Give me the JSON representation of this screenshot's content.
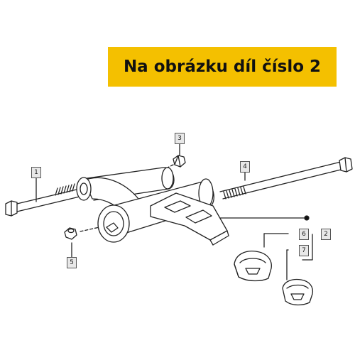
{
  "banner": {
    "text": "Na obrázku díl číslo 2",
    "color": "#f4c000"
  },
  "callouts": [
    {
      "id": "callout-1",
      "label": "1"
    },
    {
      "id": "callout-2",
      "label": "2"
    },
    {
      "id": "callout-3",
      "label": "3"
    },
    {
      "id": "callout-4",
      "label": "4"
    },
    {
      "id": "callout-5",
      "label": "5"
    },
    {
      "id": "callout-6",
      "label": "6"
    },
    {
      "id": "callout-7",
      "label": "7"
    }
  ]
}
